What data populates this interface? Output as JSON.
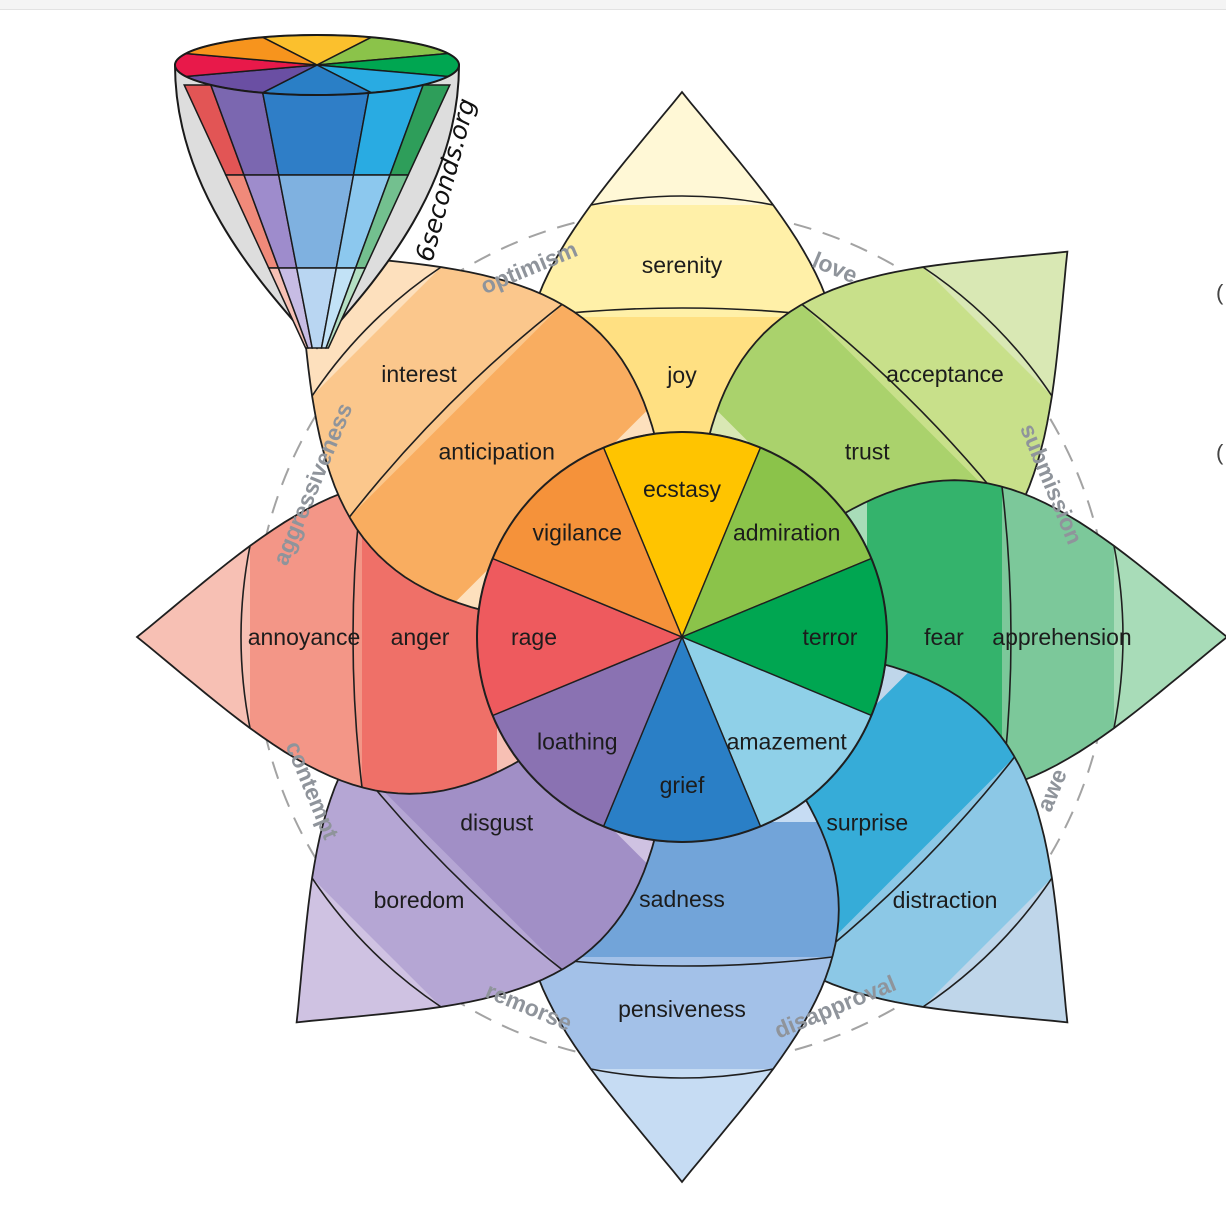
{
  "brand": "6seconds.org",
  "colors": {
    "ring": "#a3a3a3",
    "outline": "#1f1f1f",
    "dyad_text": "#8f949b"
  },
  "petals": [
    {
      "angle": 0,
      "labels": {
        "inner": "ecstasy",
        "middle": "joy",
        "outer": "serenity"
      },
      "colors": {
        "tip": "#fff8d6",
        "outer": "#fff0a8",
        "middle": "#ffe082",
        "inner": "#ffc400"
      }
    },
    {
      "angle": 45,
      "labels": {
        "inner": "admiration",
        "middle": "trust",
        "outer": "acceptance"
      },
      "colors": {
        "tip": "#d9e8b4",
        "outer": "#c8e08a",
        "middle": "#aad26c",
        "inner": "#8bc34a"
      }
    },
    {
      "angle": 90,
      "labels": {
        "inner": "terror",
        "middle": "fear",
        "outer": "apprehension"
      },
      "colors": {
        "tip": "#a8dcb8",
        "outer": "#7cc89a",
        "middle": "#34b36c",
        "inner": "#00a651"
      }
    },
    {
      "angle": 135,
      "labels": {
        "inner": "amazement",
        "middle": "surprise",
        "outer": "distraction"
      },
      "colors": {
        "tip": "#bfd6ea",
        "outer": "#8cc8e6",
        "middle": "#36acd8",
        "inner": "#8fd0e8"
      }
    },
    {
      "angle": 180,
      "labels": {
        "inner": "grief",
        "middle": "sadness",
        "outer": "pensiveness"
      },
      "colors": {
        "tip": "#c6dcf3",
        "outer": "#a3c1e8",
        "middle": "#72a4d9",
        "inner": "#2a7fc6"
      }
    },
    {
      "angle": 225,
      "labels": {
        "inner": "loathing",
        "middle": "disgust",
        "outer": "boredom"
      },
      "colors": {
        "tip": "#cfc2e2",
        "outer": "#b5a6d4",
        "middle": "#a18fc6",
        "inner": "#8a72b2"
      }
    },
    {
      "angle": 270,
      "labels": {
        "inner": "rage",
        "middle": "anger",
        "outer": "annoyance"
      },
      "colors": {
        "tip": "#f7c0b4",
        "outer": "#f39687",
        "middle": "#ef7068",
        "inner": "#ee5a5e"
      }
    },
    {
      "angle": 315,
      "labels": {
        "inner": "vigilance",
        "middle": "anticipation",
        "outer": "interest"
      },
      "colors": {
        "tip": "#fde0bd",
        "outer": "#fbc78c",
        "middle": "#f9ad60",
        "inner": "#f5923a"
      }
    }
  ],
  "dyads": [
    {
      "angle": 22.5,
      "label": "love"
    },
    {
      "angle": 67.5,
      "label": "submission"
    },
    {
      "angle": 112.5,
      "label": "awe"
    },
    {
      "angle": 157.5,
      "label": "disapproval"
    },
    {
      "angle": 202.5,
      "label": "remorse"
    },
    {
      "angle": 247.5,
      "label": "contempt"
    },
    {
      "angle": 292.5,
      "label": "aggressiveness"
    },
    {
      "angle": 337.5,
      "label": "optimism"
    }
  ],
  "edge_marks": [
    "(",
    "("
  ]
}
